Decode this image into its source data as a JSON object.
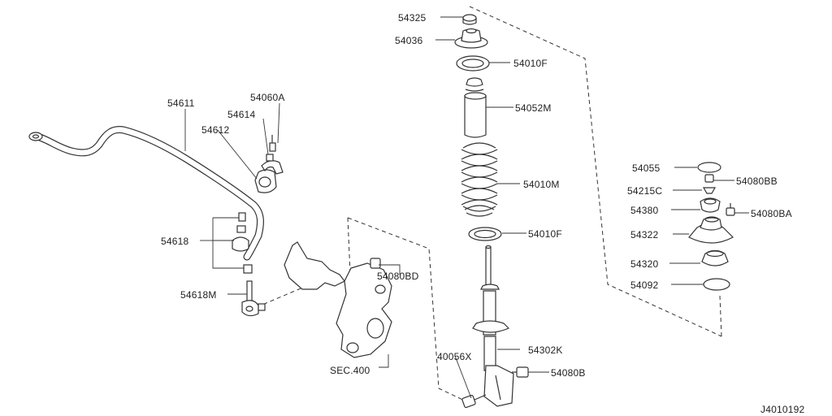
{
  "diagram_code": "J4010192",
  "labels": {
    "p54325": "54325",
    "p54036": "54036",
    "p54010F_top": "54010F",
    "p54052M": "54052M",
    "p54010M": "54010M",
    "p54010F_bottom": "54010F",
    "p54302K": "54302K",
    "p54080B": "54080B",
    "p40056X": "40056X",
    "p54611": "54611",
    "p54060A": "54060A",
    "p54614": "54614",
    "p54612": "54612",
    "p54618": "54618",
    "p54618M": "54618M",
    "p54080BD": "54080BD",
    "sec400": "SEC.400",
    "p54055": "54055",
    "p54080BB": "54080BB",
    "p54215C": "54215C",
    "p54380": "54380",
    "p54080BA": "54080BA",
    "p54322": "54322",
    "p54320": "54320",
    "p54092": "54092"
  }
}
